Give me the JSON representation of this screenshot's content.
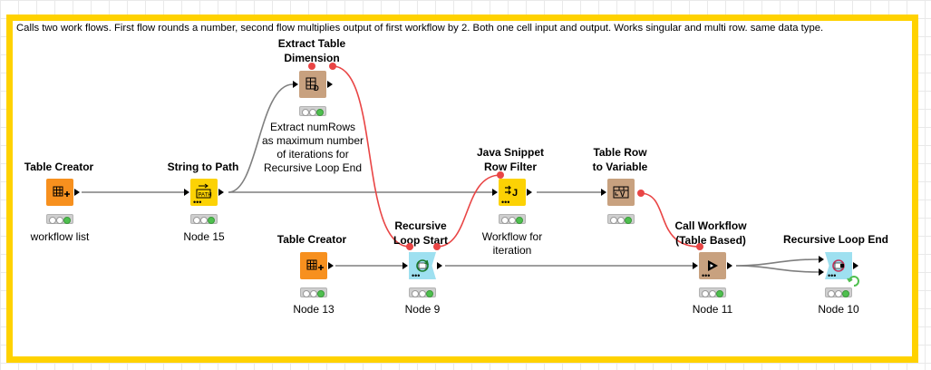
{
  "annotation": {
    "text": "Calls two work flows. First flow rounds a number, second flow multiplies output of first workflow by 2. Both one cell input and output. Works singular and multi row. same data type.",
    "border_color": "#ffd200"
  },
  "colors": {
    "source": "#f7901e",
    "manipulator": "#fcd204",
    "other": "#c8a17f",
    "loop": "#9ee0f0",
    "flow_var": "#e94545",
    "status_ok": "#4fbf4f"
  },
  "nodes": {
    "table_creator_1": {
      "title": "Table Creator",
      "caption": "workflow list",
      "icon": "table-plus-icon"
    },
    "string_to_path": {
      "title": "String to Path",
      "caption": "Node 15",
      "icon": "path-icon"
    },
    "extract_table_dimension": {
      "title_line1": "Extract Table",
      "title_line2": "Dimension",
      "caption": "",
      "icon": "dimension-icon"
    },
    "annotation_extract": {
      "line1": "Extract numRows",
      "line2": "as maximum number",
      "line3": "of iterations for",
      "line4": "Recursive Loop End"
    },
    "java_snippet": {
      "title_line1": "Java Snippet",
      "title_line2": "Row Filter",
      "caption_line1": "Workflow for",
      "caption_line2": "iteration",
      "icon": "java-filter-icon"
    },
    "table_row_to_variable": {
      "title_line1": "Table Row",
      "title_line2": "to Variable",
      "caption": "",
      "icon": "row-variable-icon"
    },
    "table_creator_2": {
      "title": "Table Creator",
      "caption": "Node 13",
      "icon": "table-plus-icon"
    },
    "recursive_loop_start": {
      "title_line1": "Recursive",
      "title_line2": "Loop Start",
      "caption": "Node 9",
      "icon": "loop-start-icon"
    },
    "call_workflow": {
      "title_line1": "Call Workflow",
      "title_line2": "(Table Based)",
      "caption": "Node 11",
      "icon": "play-icon"
    },
    "recursive_loop_end": {
      "title": "Recursive Loop End",
      "caption": "Node 10",
      "icon": "loop-end-icon"
    }
  }
}
